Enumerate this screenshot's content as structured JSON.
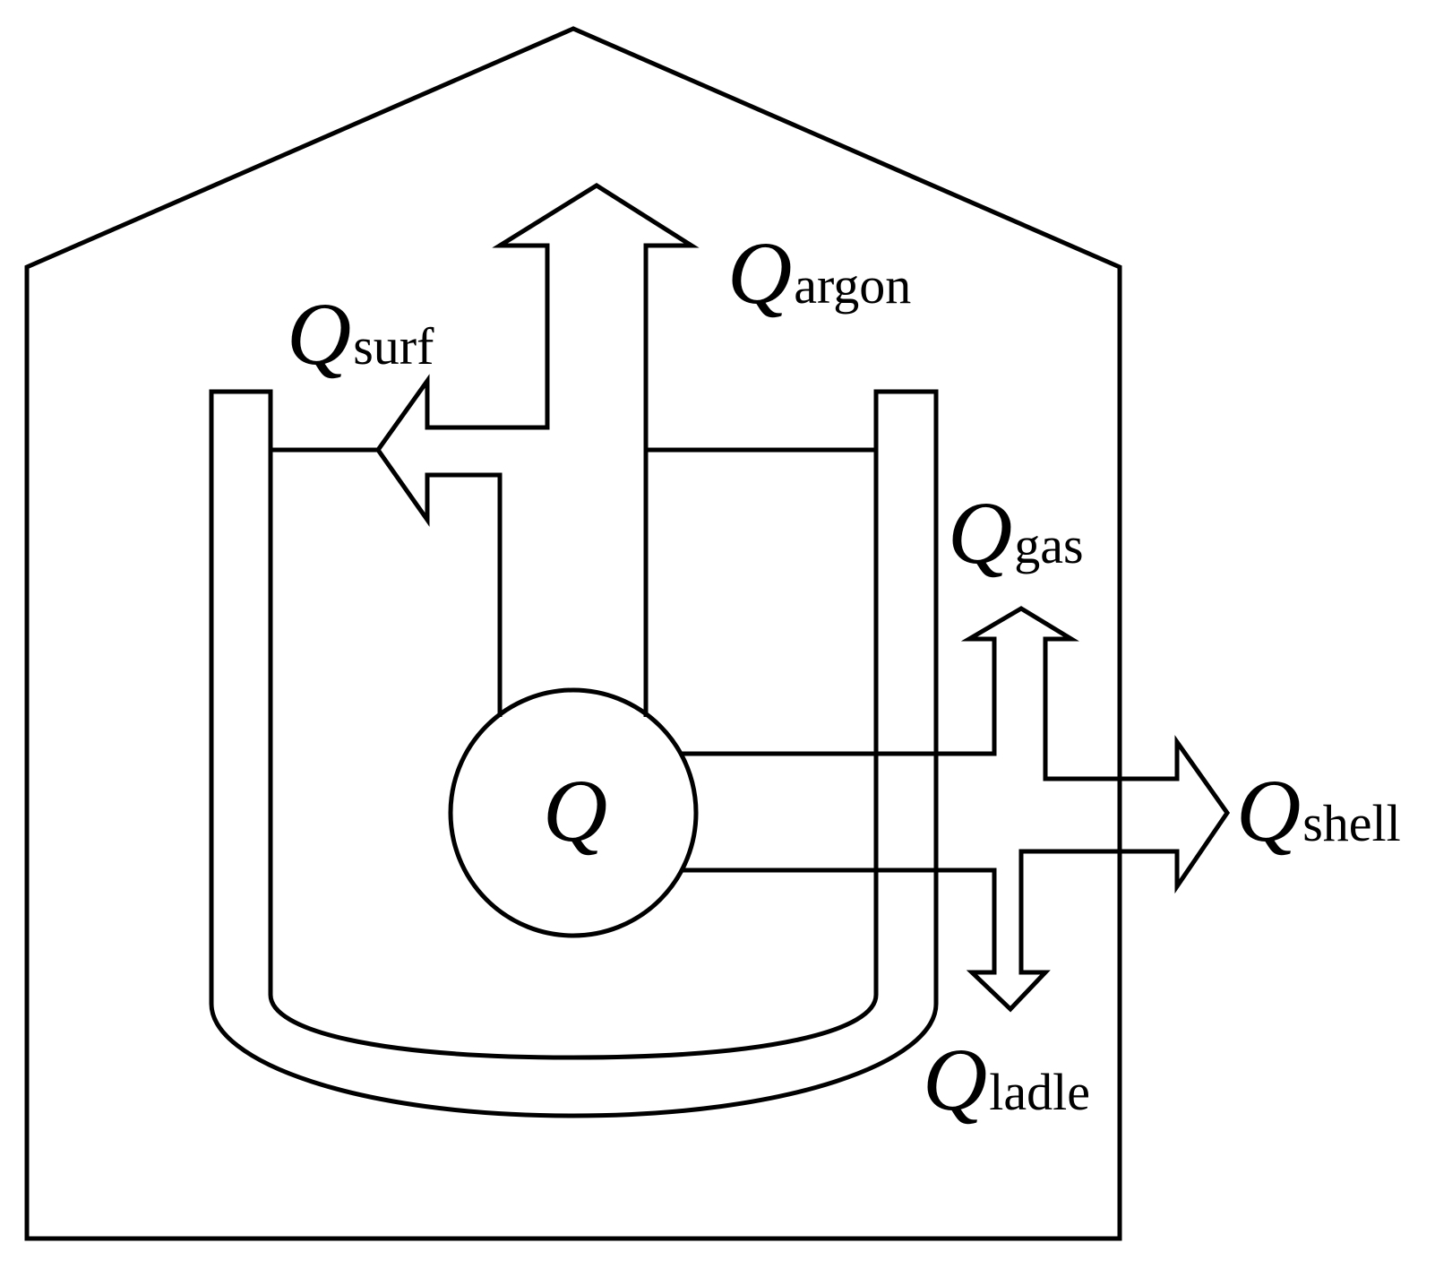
{
  "diagram": {
    "labels": {
      "center": {
        "symbol": "Q"
      },
      "argon": {
        "symbol": "Q",
        "subscript": "argon"
      },
      "surf": {
        "symbol": "Q",
        "subscript": "surf"
      },
      "gas": {
        "symbol": "Q",
        "subscript": "gas"
      },
      "shell": {
        "symbol": "Q",
        "subscript": "shell"
      },
      "ladle": {
        "symbol": "Q",
        "subscript": "ladle"
      }
    },
    "colors": {
      "line": "#000000",
      "background": "#ffffff"
    }
  }
}
